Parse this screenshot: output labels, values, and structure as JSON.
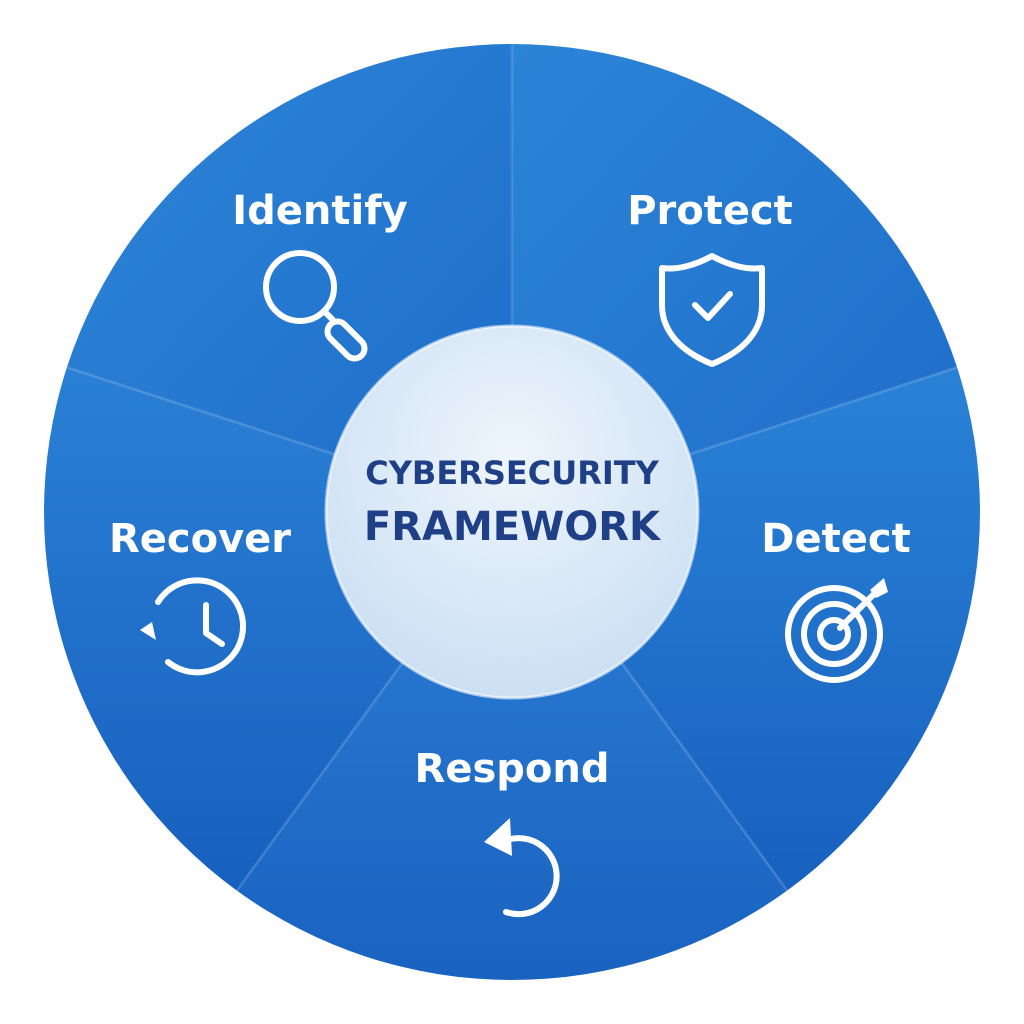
{
  "center": {
    "line1": "CYBERSECURITY",
    "line2": "FRAMEWORK"
  },
  "segments": [
    {
      "label": "Identify",
      "icon": "magnifying-glass-icon"
    },
    {
      "label": "Protect",
      "icon": "shield-check-icon"
    },
    {
      "label": "Detect",
      "icon": "target-arrow-icon"
    },
    {
      "label": "Respond",
      "icon": "undo-arrow-icon"
    },
    {
      "label": "Recover",
      "icon": "clock-history-icon"
    }
  ],
  "colors": {
    "segment_light": "#2f86d8",
    "segment_dark": "#1a63c1",
    "center_fill": "#dbe9f8",
    "center_text": "#1f3f86",
    "icon_white": "#ffffff"
  }
}
